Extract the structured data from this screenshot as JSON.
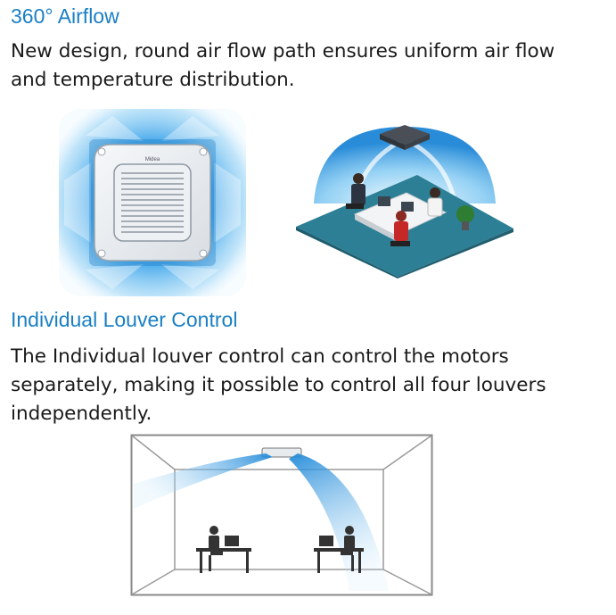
{
  "sections": [
    {
      "heading": "360° Airflow",
      "body_lines": [
        "New design, round air flow path ensures uniform air flow",
        "and temperature distribution."
      ]
    },
    {
      "heading": "Individual Louver Control",
      "body_lines": [
        "The Individual louver control can control the motors",
        "separately, making it possible to control all four louvers",
        "independently."
      ]
    }
  ],
  "colors": {
    "heading": "#1a7fc4",
    "text": "#1a1a1a",
    "airflow_blue": "#1e90e0",
    "floor_teal": "#2c7f95"
  },
  "figures": {
    "cassette": {
      "icon": "cassette-unit-top-view",
      "brand_mark": "Midea"
    },
    "office": {
      "icon": "office-airflow-dome"
    },
    "room": {
      "icon": "room-louver-airflow"
    }
  }
}
